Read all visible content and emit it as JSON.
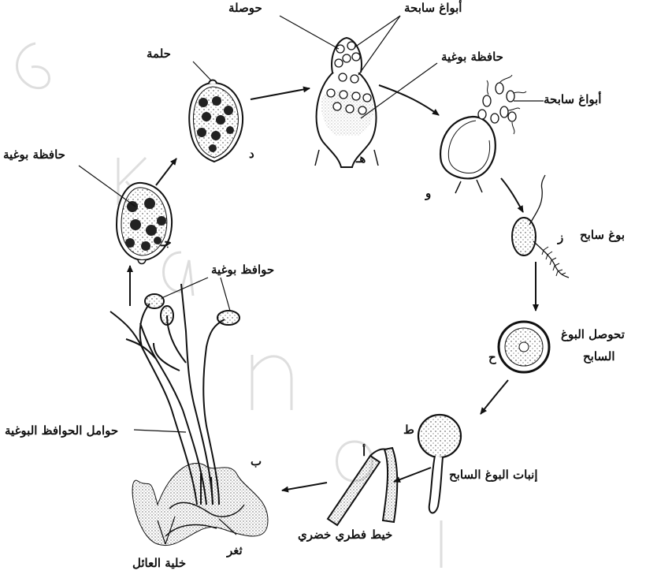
{
  "labels": {
    "hawsala": "حوصلة",
    "swimming_spores_top": "أبواغ سابحة",
    "sporangium_top": "حافظة بوغية",
    "halama": "حلمة",
    "swimming_spores_right": "أبواغ سابحة",
    "sporangium_left": "حافظة بوغية",
    "swimming_spore": "بوغ سابح",
    "encystment_line1": "تحوصل البوغ",
    "encystment_line2": "السابح",
    "sporangia": "حوافظ بوغية",
    "sporangiophores": "حوامل الحوافظ البوغية",
    "germination": "إنبات البوغ السابح",
    "green_hypha": "خيط فطري خضري",
    "stoma": "ثغر",
    "host_cell": "خلية العائل"
  },
  "stage_letters": {
    "a": "أ",
    "b": "ب",
    "j": "جـ",
    "d": "د",
    "h": "هـ",
    "w": "و",
    "z": "ز",
    "ha": "ح",
    "ta": "ط"
  },
  "colors": {
    "ink": "#111111",
    "watermark": "#bdbdbd"
  },
  "watermark_text": "e k a n o"
}
